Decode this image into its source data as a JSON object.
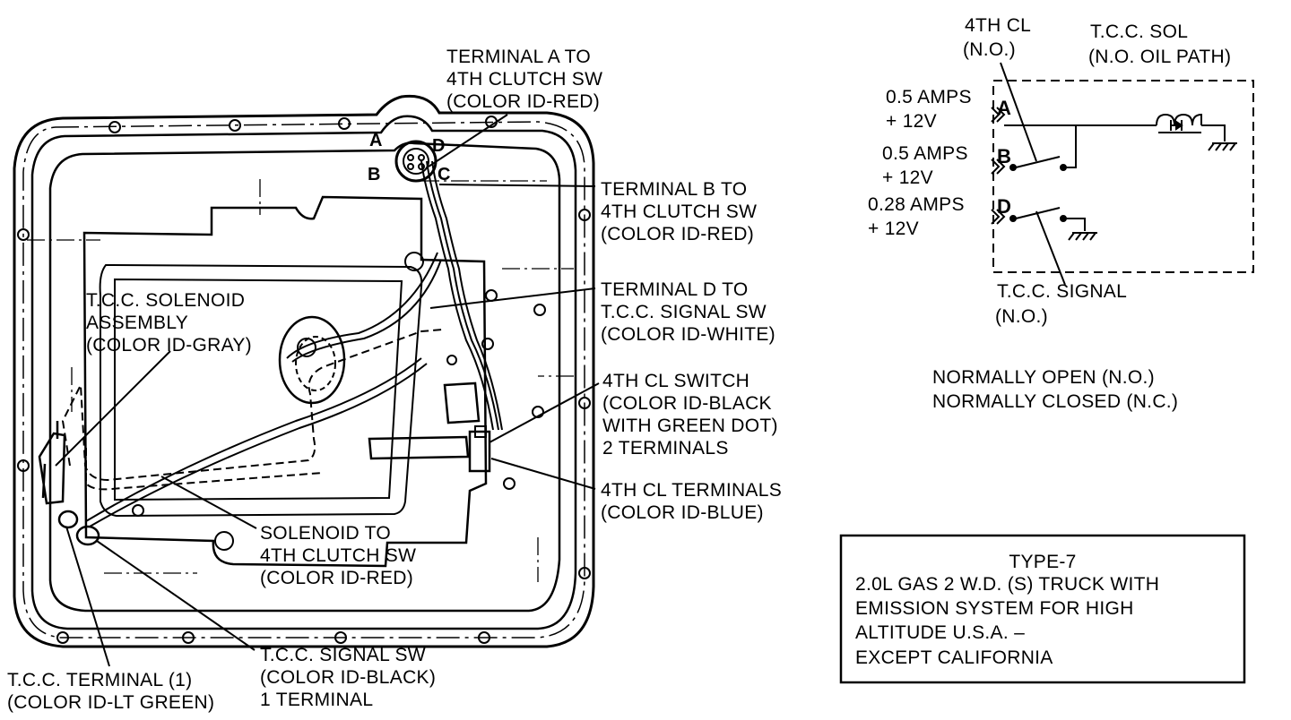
{
  "pan_labels": {
    "terminal_a": [
      "TERMINAL A TO",
      "4TH CLUTCH SW",
      "(COLOR ID-RED)"
    ],
    "terminal_b": [
      "TERMINAL B TO",
      "4TH CLUTCH SW",
      "(COLOR ID-RED)"
    ],
    "terminal_d": [
      "TERMINAL D TO",
      "T.C.C. SIGNAL SW",
      "(COLOR ID-WHITE)"
    ],
    "fourth_cl_switch": [
      "4TH CL SWITCH",
      "(COLOR ID-BLACK",
      "WITH GREEN DOT)",
      "2 TERMINALS"
    ],
    "fourth_cl_terminals": [
      "4TH CL TERMINALS",
      "(COLOR ID-BLUE)"
    ],
    "tcc_solenoid": [
      "T.C.C. SOLENOID",
      "ASSEMBLY",
      "(COLOR ID-GRAY)"
    ],
    "solenoid_to_4th": [
      "SOLENOID TO",
      "4TH CLUTCH SW",
      "(COLOR ID-RED)"
    ],
    "tcc_signal_sw": [
      "T.C.C. SIGNAL SW",
      "(COLOR ID-BLACK)",
      "1 TERMINAL"
    ],
    "tcc_terminal": [
      "T.C.C. TERMINAL (1)",
      "(COLOR ID-LT GREEN)"
    ]
  },
  "connector_pins": [
    "A",
    "B",
    "C",
    "D"
  ],
  "schematic": {
    "fourth_cl": [
      "4TH CL",
      "(N.O.)"
    ],
    "tcc_sol": [
      "T.C.C. SOL",
      "(N.O. OIL PATH)"
    ],
    "inputs": [
      {
        "pin": "A",
        "amps": "0.5 AMPS",
        "volts": "+ 12V"
      },
      {
        "pin": "B",
        "amps": "0.5 AMPS",
        "volts": "+ 12V"
      },
      {
        "pin": "D",
        "amps": "0.28 AMPS",
        "volts": "+ 12V"
      }
    ],
    "tcc_signal": [
      "T.C.C. SIGNAL",
      "(N.O.)"
    ]
  },
  "legend": [
    "NORMALLY OPEN (N.O.)",
    "NORMALLY CLOSED (N.C.)"
  ],
  "type_box": [
    "TYPE-7",
    "2.0L GAS 2 W.D. (S) TRUCK WITH",
    "EMISSION SYSTEM FOR HIGH",
    "ALTITUDE U.S.A. –",
    "EXCEPT CALIFORNIA"
  ]
}
